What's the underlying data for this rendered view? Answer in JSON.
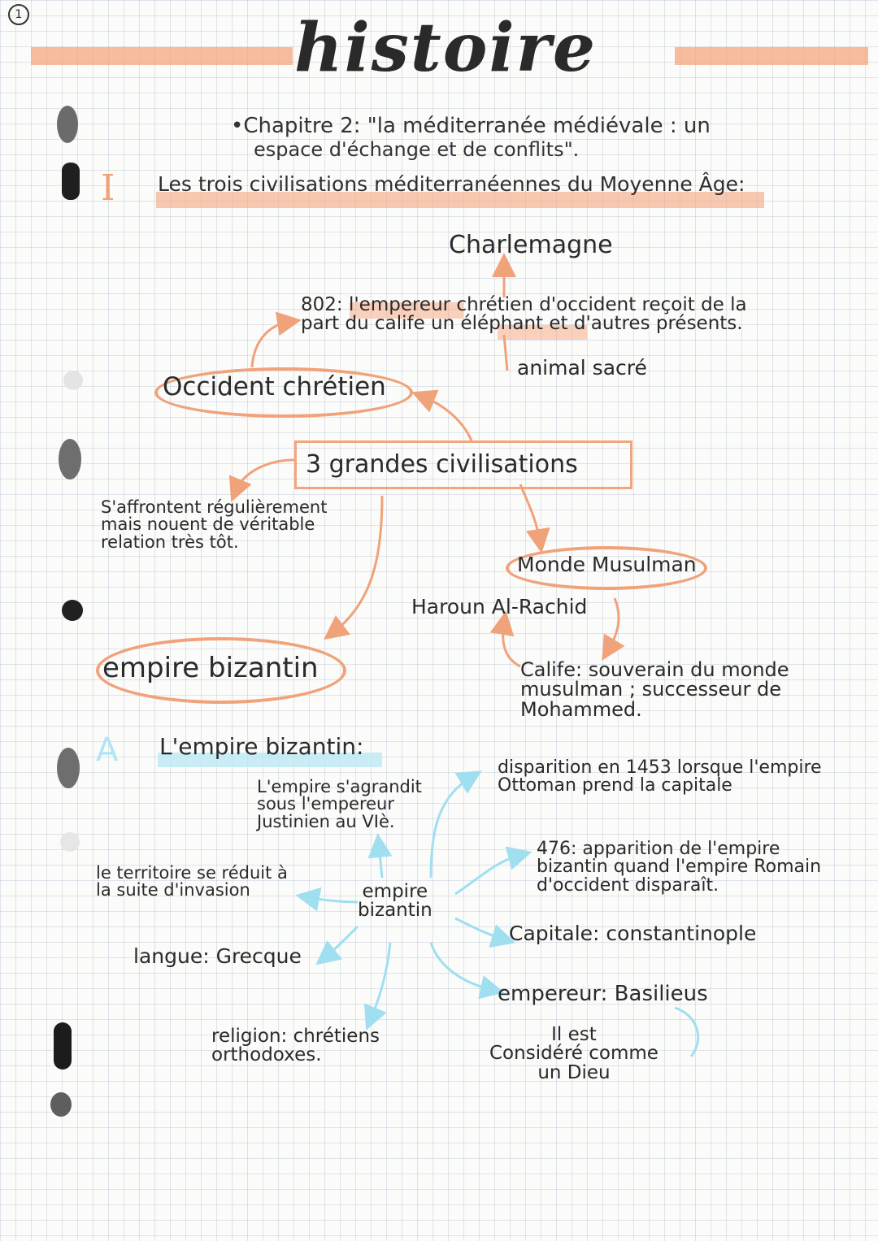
{
  "page_number": "1",
  "title": "histoire",
  "chapter": {
    "line1": "•Chapitre 2: \"la méditerranée médiévale : un",
    "line2": "espace d'échange et de conflits\"."
  },
  "section_one": {
    "numeral": "I",
    "heading": "Les trois civilisations méditerranéennes du Moyenne Âge:"
  },
  "map": {
    "charlemagne": "Charlemagne",
    "note_802": "802: l'empereur chrétien d'occident reçoit de la\npart du calife un éléphant et d'autres présents.",
    "animal": "animal sacré",
    "occident": "Occident chrétien",
    "center": "3 grandes civilisations",
    "relation": "S'affrontent régulièrement\nmais nouent de véritable\nrelation très tôt.",
    "monde": "Monde Musulman",
    "haroun": "Haroun Al-Rachid",
    "empire": "empire bizantin",
    "calife": "Calife: souverain du monde\nmusulman ; successeur de\nMohammed."
  },
  "section_a": {
    "letter": "A",
    "heading": "L'empire bizantin:",
    "center": "empire\nbizantin",
    "agrandit": "L'empire s'agrandit\nsous l'empereur\nJustinien au VIè.",
    "territoire": "le territoire se réduit à\nla suite d'invasion",
    "langue": "langue: Grecque",
    "religion": "religion: chrétiens\northodoxes.",
    "disparition": "disparition en 1453 lorsque l'empire\nOttoman prend la capitale",
    "apparition": "476: apparition de l'empire\nbizantin quand l'empire Romain\nd'occident disparaît.",
    "capitale": "Capitale: constantinople",
    "empereur": "empereur: Basilieus",
    "dieu": "Il est\nConsidéré comme\nun Dieu"
  },
  "colors": {
    "orange": "#f0a27a",
    "blue": "#9fdff0",
    "ink": "#2a2a2a"
  }
}
